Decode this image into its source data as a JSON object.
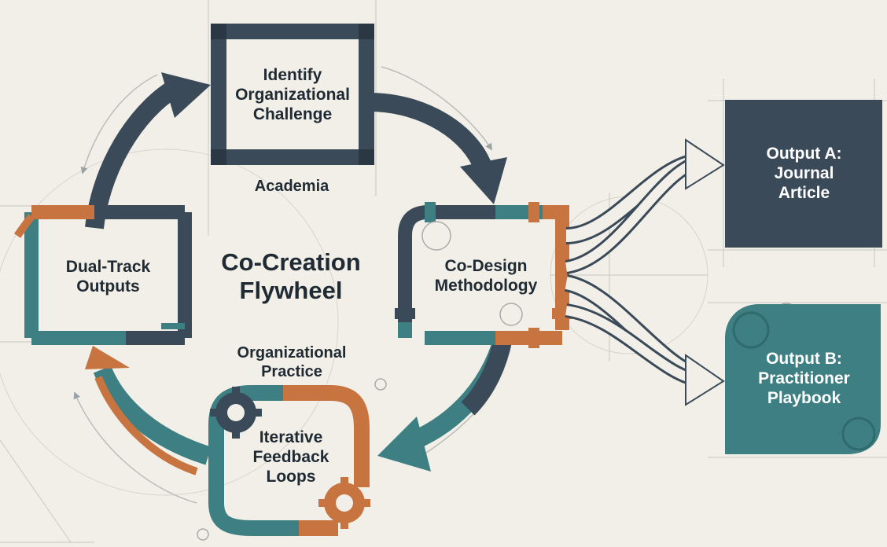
{
  "diagram": {
    "center_title": "Co-Creation\nFlywheel",
    "nodes": {
      "identify": "Identify\nOrganizational\nChallenge",
      "codesign": "Co-Design\nMethodology",
      "feedback": "Iterative\nFeedback\nLoops",
      "dual_track": "Dual-Track\nOutputs"
    },
    "zone_labels": {
      "academia": "Academia",
      "practice": "Organizational\nPractice"
    },
    "outputs": {
      "a": "Output A:\nJournal\nArticle",
      "b": "Output B:\nPractitioner\nPlaybook"
    },
    "colors": {
      "background": "#f1efe8",
      "navy": "#3a4a58",
      "teal": "#3d7f82",
      "orange": "#c77440",
      "ink": "#1f2a33"
    }
  }
}
